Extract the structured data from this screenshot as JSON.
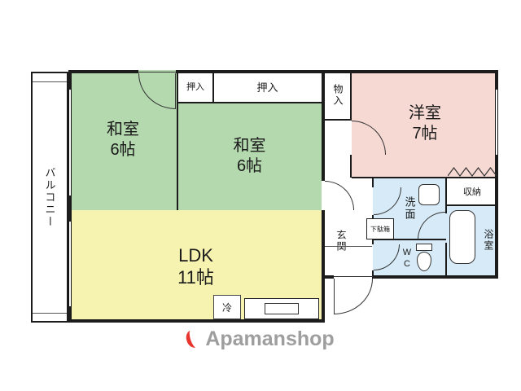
{
  "brand": {
    "name": "Apamanshop"
  },
  "colors": {
    "tatami_green": "#b4d9ae",
    "western_pink": "#f7d9d4",
    "ldk_yellow": "#f6f3b0",
    "wet_area_blue": "#d6eaf7",
    "wall_black": "#1c1c1c",
    "logo_gray": "#9e9e9e",
    "logo_red": "#e8362f"
  },
  "rooms": {
    "balcony": {
      "label": "バルコニー"
    },
    "washitsu_1": {
      "name": "和室",
      "size": "6帖"
    },
    "oshiire_1": {
      "label": "押入"
    },
    "oshiire_2": {
      "label": "押入"
    },
    "washitsu_2": {
      "name": "和室",
      "size": "6帖"
    },
    "monoire": {
      "label": "物入"
    },
    "yoshitsu": {
      "name": "洋室",
      "size": "7帖"
    },
    "shunou": {
      "label": "収納"
    },
    "senmen": {
      "label": "洗面"
    },
    "yokushitsu": {
      "label": "浴室"
    },
    "wc": {
      "label": "WC"
    },
    "getabako": {
      "label": "下駄箱"
    },
    "genkan": {
      "label": "玄関"
    },
    "ldk": {
      "name": "LDK",
      "size": "11帖"
    },
    "fridge": {
      "label": "冷"
    }
  }
}
